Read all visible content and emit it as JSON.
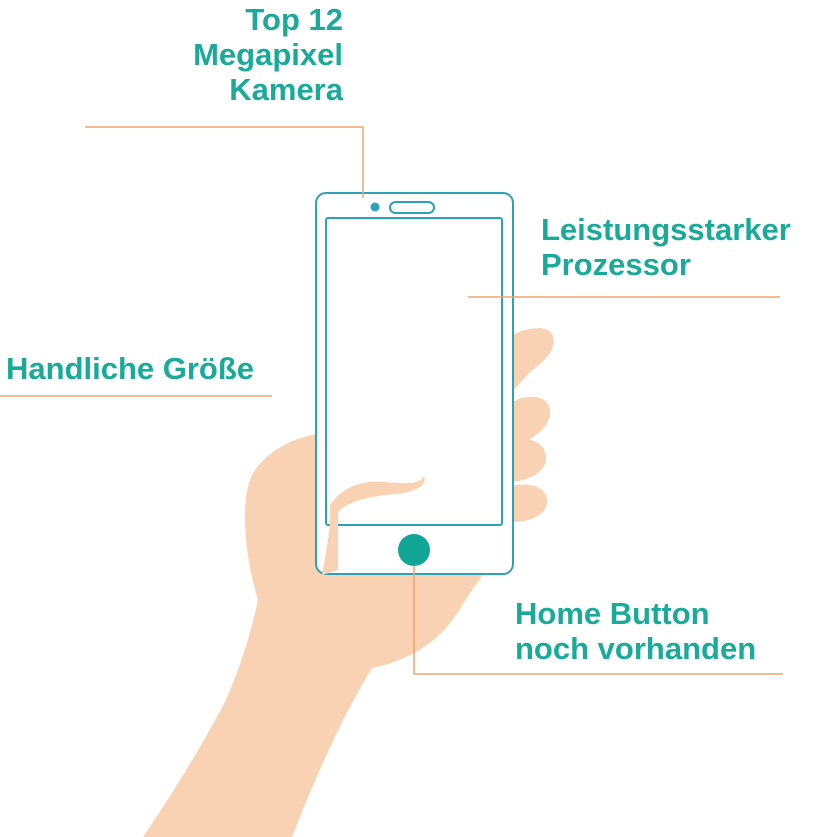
{
  "colors": {
    "accent_text": "#1aaa9a",
    "leader_line": "#f2a36b",
    "phone_outline": "#2aa3b8",
    "home_button": "#11a596",
    "skin": "#f8d2b2",
    "background": "#ffffff"
  },
  "callouts": {
    "camera": {
      "line1": "Top 12",
      "line2": "Megapixel",
      "line3": "Kamera"
    },
    "processor": {
      "line1": "Leistungsstarker",
      "line2": "Prozessor"
    },
    "size": {
      "line1": "Handliche Größe"
    },
    "home_button": {
      "line1": "Home Button",
      "line2": "noch vorhanden"
    }
  },
  "icons": {
    "phone": "smartphone-outline",
    "hand": "hand-holding-phone",
    "camera": "front-camera-dot",
    "speaker": "earpiece-slot",
    "home": "home-button-circle"
  }
}
